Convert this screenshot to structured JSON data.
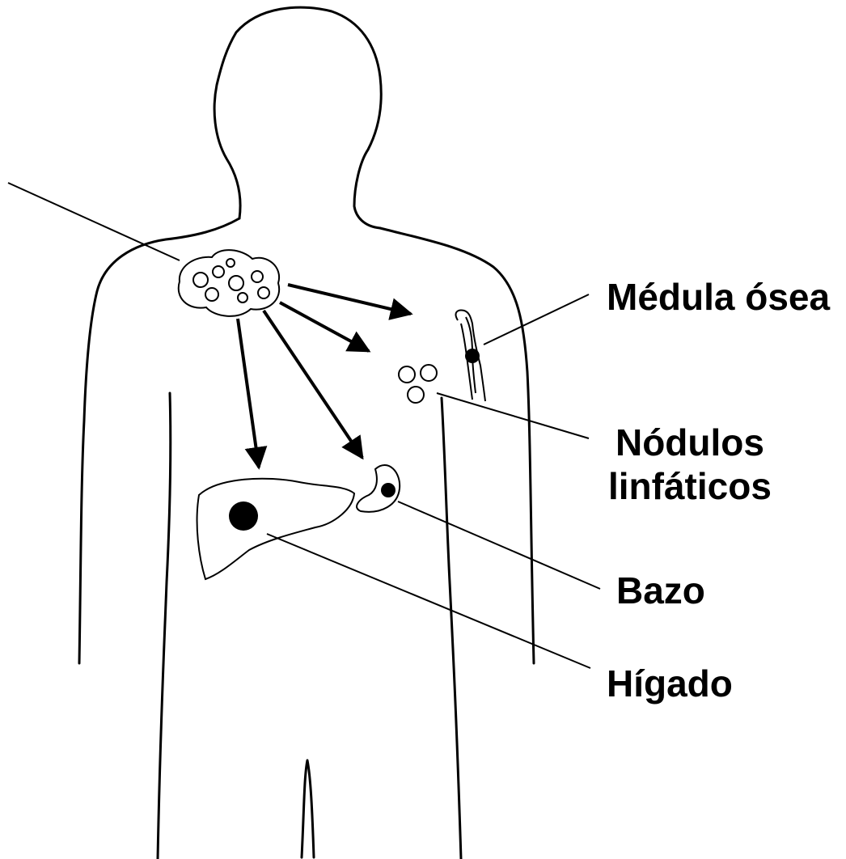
{
  "colors": {
    "background": "#ffffff",
    "ink": "#000000"
  },
  "labels": {
    "bone_marrow": "Médula ósea",
    "lymph_nodes_line1": "Nódulos",
    "lymph_nodes_line2": "linfáticos",
    "spleen": "Bazo",
    "liver": "Hígado"
  }
}
